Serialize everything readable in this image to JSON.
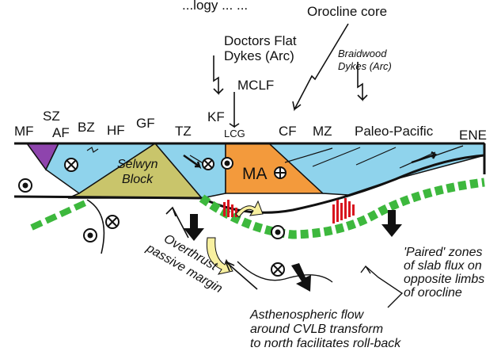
{
  "header": {
    "line1": "...logy ... ...",
    "orocline_core": "Orocline core"
  },
  "top_labels": {
    "doctors_flat_1": "Doctors Flat",
    "doctors_flat_2": "Dykes (Arc)",
    "braidwood_1": "Braidwood",
    "braidwood_2": "Dykes (Arc)",
    "mclf": "MCLF"
  },
  "zones": {
    "mf": "MF",
    "sz": "SZ",
    "af": "AF",
    "bz": "BZ",
    "hf": "HF",
    "gf": "GF",
    "tz": "TZ",
    "kf": "KF",
    "lcg": "LCG",
    "cf": "CF",
    "mz": "MZ",
    "paleo_pacific": "Paleo-Pacific",
    "ene": "ENE"
  },
  "blocks": {
    "selwyn_1": "Selwyn",
    "selwyn_2": "Block",
    "ma": "MA"
  },
  "annotations": {
    "overthrust_1": "Overthrust",
    "overthrust_2": "passive margin",
    "paired_1": "'Paired' zones",
    "paired_2": "of slab flux on",
    "paired_3": "opposite limbs",
    "paired_4": "of orocline",
    "astheno_1": "Asthenospheric flow",
    "astheno_2": "around CVLB transform",
    "astheno_3": "to north facilitates roll-back"
  },
  "colors": {
    "light_blue": "#8fd3ec",
    "purple": "#8e44ad",
    "olive": "#c9c56b",
    "orange": "#f39a3c",
    "green": "#3db83d",
    "red": "#d8141e",
    "pale_yellow": "#f8f0a0"
  }
}
